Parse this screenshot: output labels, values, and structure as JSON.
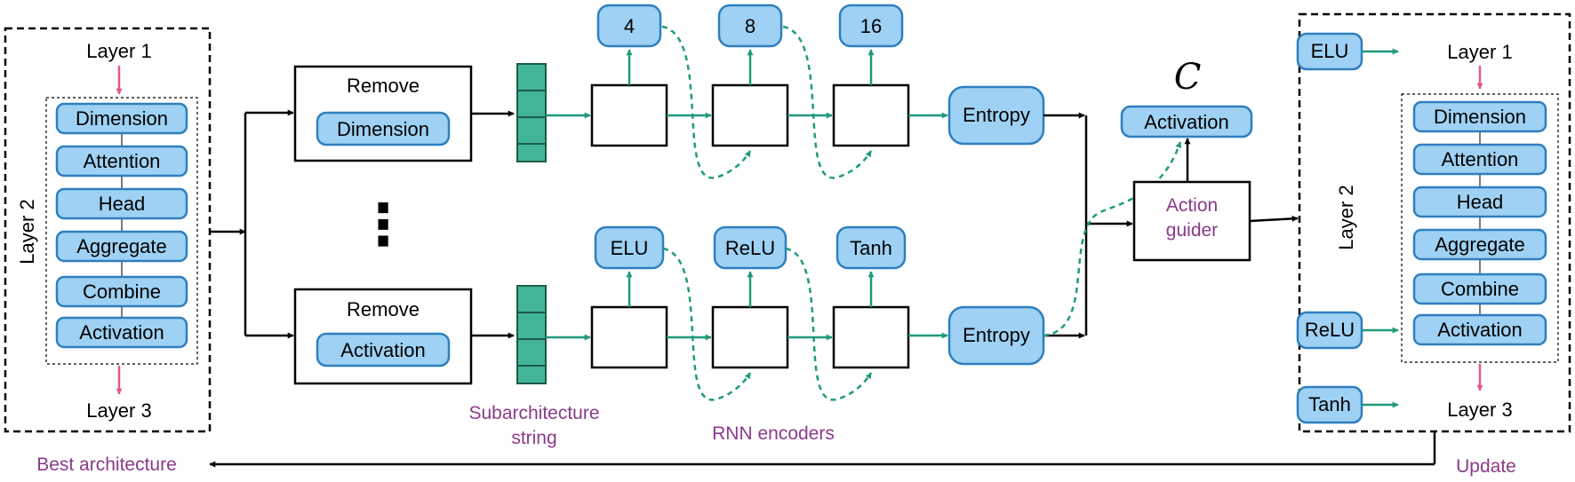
{
  "colors": {
    "pill_fill": "#9ed1f3",
    "pill_stroke": "#2e7fbf",
    "green_arrow": "#1f9a7c",
    "pink_arrow": "#e05a86",
    "purple_text": "#8a3a8a",
    "string_cell": "#42b596"
  },
  "left_panel": {
    "layer1": "Layer 1",
    "layer2": "Layer 2",
    "layer3": "Layer 3",
    "items": [
      "Dimension",
      "Attention",
      "Head",
      "Aggregate",
      "Combine",
      "Activation"
    ]
  },
  "top_branch": {
    "remove_label": "Remove",
    "removed_item": "Dimension",
    "outputs": [
      "4",
      "8",
      "16"
    ],
    "entropy": "Entropy"
  },
  "ellipsis": "⋮",
  "bottom_branch": {
    "remove_label": "Remove",
    "removed_item": "Activation",
    "outputs": [
      "ELU",
      "ReLU",
      "Tanh"
    ],
    "entropy": "Entropy"
  },
  "captions": {
    "subarchitecture_line1": "Subarchitecture",
    "subarchitecture_line2": "string",
    "rnn": "RNN encoders"
  },
  "middle": {
    "symbol": "C",
    "activation": "Activation",
    "guider_line1": "Action",
    "guider_line2": "guider"
  },
  "right_panel": {
    "layer1": "Layer 1",
    "layer2": "Layer 2",
    "layer3": "Layer 3",
    "items": [
      "Dimension",
      "Attention",
      "Head",
      "Aggregate",
      "Combine",
      "Activation"
    ],
    "side_inputs": [
      "ELU",
      "ReLU",
      "Tanh"
    ]
  },
  "bottom_labels": {
    "best": "Best architecture",
    "update": "Update"
  }
}
